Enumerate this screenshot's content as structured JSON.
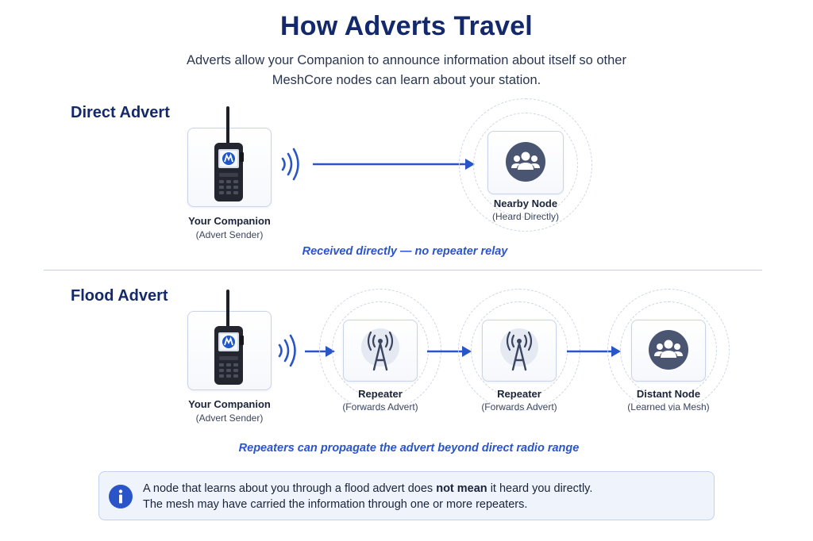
{
  "header": {
    "title": "How Adverts Travel",
    "subtitle_line1": "Adverts allow your Companion to announce information about itself so other",
    "subtitle_line2": "MeshCore nodes can learn about your station."
  },
  "direct": {
    "heading": "Direct Advert",
    "sender": {
      "name": "Your Companion",
      "role": "(Advert Sender)"
    },
    "receiver": {
      "name": "Nearby Node",
      "role": "(Heard Directly)"
    },
    "caption": "Received directly — no repeater relay"
  },
  "flood": {
    "heading": "Flood Advert",
    "sender": {
      "name": "Your Companion",
      "role": "(Advert Sender)"
    },
    "repeater1": {
      "name": "Repeater",
      "role": "(Forwards Advert)"
    },
    "repeater2": {
      "name": "Repeater",
      "role": "(Forwards Advert)"
    },
    "destination": {
      "name": "Distant Node",
      "role": "(Learned via Mesh)"
    },
    "caption": "Repeaters can propagate the advert beyond direct radio range"
  },
  "note": {
    "line1_before": "A node that learns about you through a flood advert does ",
    "line1_bold": "not mean",
    "line1_after": " it heard you directly.",
    "line2": "The mesh may have carried the information through one or more repeaters."
  },
  "colors": {
    "heading": "#13296b",
    "accent_blue": "#2a55c8",
    "node_circle": "#4a5572",
    "card_border": "#c9d4e8"
  },
  "icons": {
    "radio": "handheld-radio-icon",
    "signal": "signal-waves-icon",
    "group": "users-group-icon",
    "tower": "antenna-tower-icon",
    "info": "info-icon"
  }
}
